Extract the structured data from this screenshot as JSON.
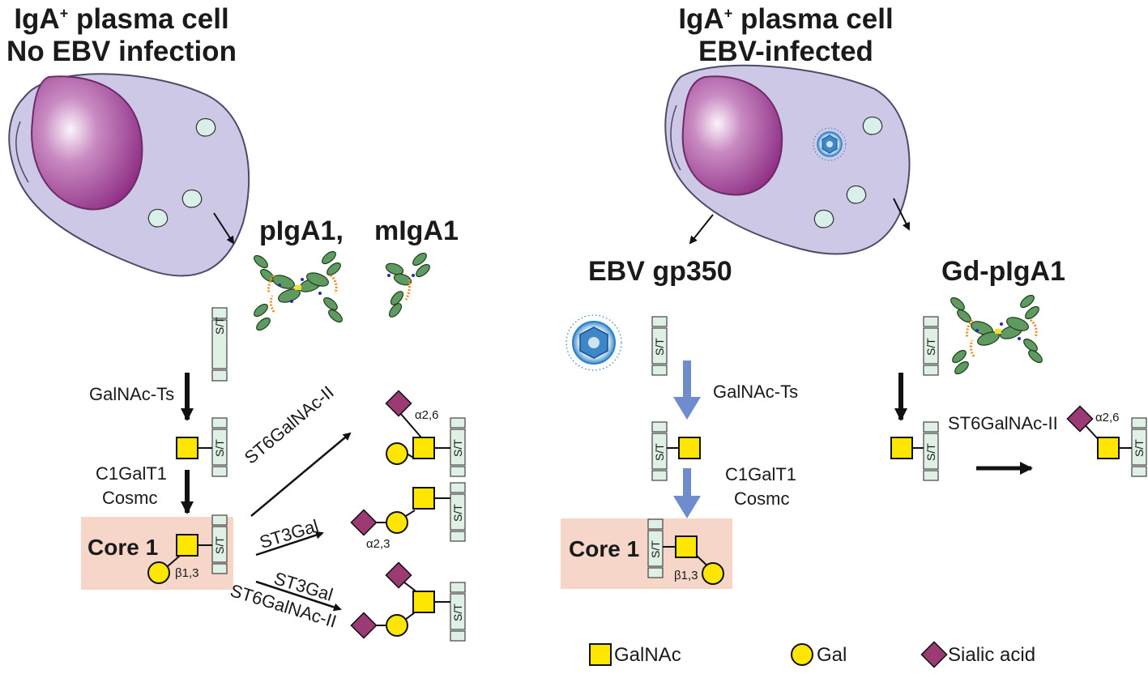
{
  "left_panel": {
    "title_line1": "IgA",
    "title_sup": "+",
    "title_line1_rest": " plasma cell",
    "title_line2": "No EBV infection",
    "products_label": "pIgA1,",
    "products_label2": "mIgA1",
    "st_label": "S/T",
    "enzyme1": "GalNAc-Ts",
    "enzyme2a": "C1GalT1",
    "enzyme2b": "Cosmc",
    "core_label": "Core 1",
    "beta_link": "β1,3",
    "branch1_enzyme": "ST6GalNAc-II",
    "branch2_enzyme": "ST3Gal",
    "branch3_enzyme_a": "ST3Gal",
    "branch3_enzyme_b": "ST6GalNAc-II",
    "alpha26": "α2,6",
    "alpha23": "α2,3"
  },
  "right_panel": {
    "title_line1": "IgA",
    "title_sup": "+",
    "title_line1_rest": " plasma cell",
    "title_line2": "EBV-infected",
    "gp350_label": "EBV gp350",
    "gd_label": "Gd-pIgA1",
    "st_label": "S/T",
    "enzyme1": "GalNAc-Ts",
    "enzyme2a": "C1GalT1",
    "enzyme2b": "Cosmc",
    "core_label": "Core 1",
    "beta_link": "β1,3",
    "gd_enzyme": "ST6GalNAc-II",
    "alpha26": "α2,6"
  },
  "legend": {
    "galnac": "GalNAc",
    "gal": "Gal",
    "sialic": "Sialic acid"
  },
  "colors": {
    "cell": "#cdc8e6",
    "nucleus": "#9a3f8f",
    "galnac": "#ffe600",
    "gal": "#ffe600",
    "sialic": "#9b3a73",
    "core_box": "#f6d6c8",
    "blue_arrow": "#6f8ccf",
    "st_box": "#dff0e4"
  }
}
